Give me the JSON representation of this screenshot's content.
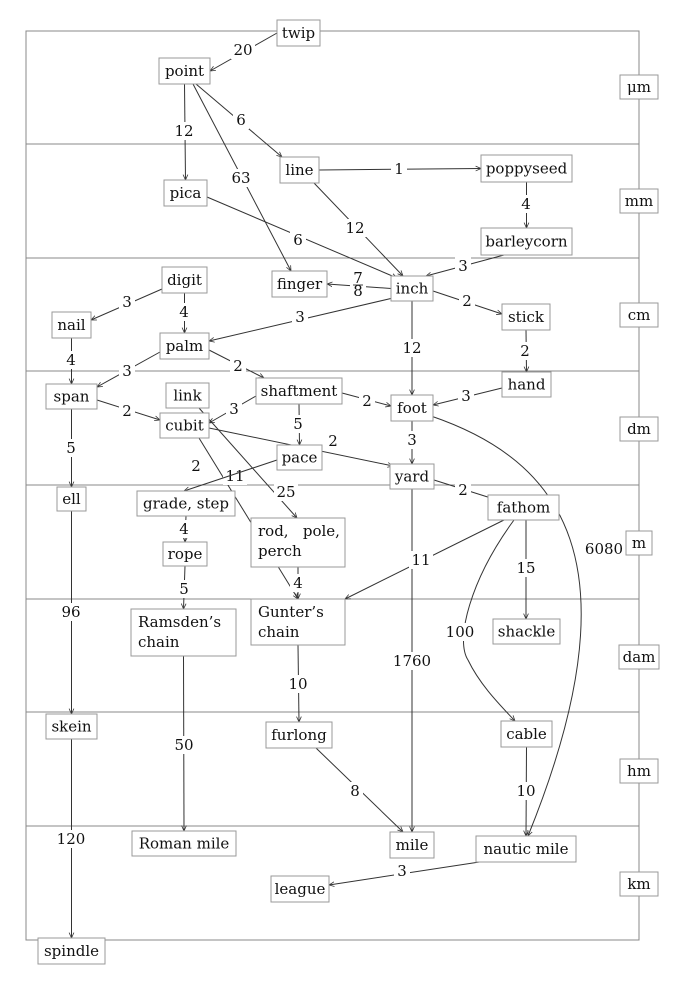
{
  "diagram": {
    "scale_labels": [
      "μm",
      "mm",
      "cm",
      "dm",
      "m",
      "dam",
      "hm",
      "km"
    ],
    "nodes": [
      {
        "id": "twip",
        "label": [
          "twip"
        ]
      },
      {
        "id": "point",
        "label": [
          "point"
        ]
      },
      {
        "id": "line",
        "label": [
          "line"
        ]
      },
      {
        "id": "poppyseed",
        "label": [
          "poppyseed"
        ]
      },
      {
        "id": "pica",
        "label": [
          "pica"
        ]
      },
      {
        "id": "barleycorn",
        "label": [
          "barleycorn"
        ]
      },
      {
        "id": "digit",
        "label": [
          "digit"
        ]
      },
      {
        "id": "finger",
        "label": [
          "finger"
        ]
      },
      {
        "id": "inch",
        "label": [
          "inch"
        ]
      },
      {
        "id": "nail",
        "label": [
          "nail"
        ]
      },
      {
        "id": "stick",
        "label": [
          "stick"
        ]
      },
      {
        "id": "palm",
        "label": [
          "palm"
        ]
      },
      {
        "id": "hand",
        "label": [
          "hand"
        ]
      },
      {
        "id": "span",
        "label": [
          "span"
        ]
      },
      {
        "id": "link",
        "label": [
          "link"
        ]
      },
      {
        "id": "shaftment",
        "label": [
          "shaftment"
        ]
      },
      {
        "id": "foot",
        "label": [
          "foot"
        ]
      },
      {
        "id": "cubit",
        "label": [
          "cubit"
        ]
      },
      {
        "id": "pace",
        "label": [
          "pace"
        ]
      },
      {
        "id": "yard",
        "label": [
          "yard"
        ]
      },
      {
        "id": "ell",
        "label": [
          "ell"
        ]
      },
      {
        "id": "grade",
        "label": [
          "grade, step"
        ]
      },
      {
        "id": "fathom",
        "label": [
          "fathom"
        ]
      },
      {
        "id": "rod",
        "label": [
          "rod,   pole,",
          "perch"
        ]
      },
      {
        "id": "rope",
        "label": [
          "rope"
        ]
      },
      {
        "id": "ramsden",
        "label": [
          "Ramsden’s",
          "chain"
        ]
      },
      {
        "id": "gunter",
        "label": [
          "Gunter’s",
          "chain"
        ]
      },
      {
        "id": "shackle",
        "label": [
          "shackle"
        ]
      },
      {
        "id": "skein",
        "label": [
          "skein"
        ]
      },
      {
        "id": "furlong",
        "label": [
          "furlong"
        ]
      },
      {
        "id": "cable",
        "label": [
          "cable"
        ]
      },
      {
        "id": "romanmile",
        "label": [
          "Roman mile"
        ]
      },
      {
        "id": "mile",
        "label": [
          "mile"
        ]
      },
      {
        "id": "nauticmile",
        "label": [
          "nautic mile"
        ]
      },
      {
        "id": "league",
        "label": [
          "league"
        ]
      },
      {
        "id": "spindle",
        "label": [
          "spindle"
        ]
      }
    ],
    "edges": [
      {
        "from": "twip",
        "to": "point",
        "label": "20"
      },
      {
        "from": "point",
        "to": "pica",
        "label": "12"
      },
      {
        "from": "point",
        "to": "line",
        "label": "6"
      },
      {
        "from": "point",
        "to": "finger",
        "label": "63"
      },
      {
        "from": "line",
        "to": "poppyseed",
        "label": "1"
      },
      {
        "from": "line",
        "to": "inch",
        "label": "12"
      },
      {
        "from": "poppyseed",
        "to": "barleycorn",
        "label": "4"
      },
      {
        "from": "pica",
        "to": "inch",
        "label": "6"
      },
      {
        "from": "barleycorn",
        "to": "inch",
        "label": "3"
      },
      {
        "from": "inch",
        "to": "finger",
        "label": "7/8"
      },
      {
        "from": "inch",
        "to": "stick",
        "label": "2"
      },
      {
        "from": "inch",
        "to": "palm",
        "label": "3"
      },
      {
        "from": "inch",
        "to": "foot",
        "label": "12"
      },
      {
        "from": "digit",
        "to": "nail",
        "label": "3"
      },
      {
        "from": "digit",
        "to": "palm",
        "label": "4"
      },
      {
        "from": "nail",
        "to": "span",
        "label": "4"
      },
      {
        "from": "stick",
        "to": "hand",
        "label": "2"
      },
      {
        "from": "palm",
        "to": "span",
        "label": "3"
      },
      {
        "from": "palm",
        "to": "shaftment",
        "label": "2"
      },
      {
        "from": "hand",
        "to": "foot",
        "label": "3"
      },
      {
        "from": "span",
        "to": "cubit",
        "label": "2"
      },
      {
        "from": "span",
        "to": "ell",
        "label": "5"
      },
      {
        "from": "shaftment",
        "to": "cubit",
        "label": "3"
      },
      {
        "from": "shaftment",
        "to": "foot",
        "label": "2"
      },
      {
        "from": "shaftment",
        "to": "pace",
        "label": "5"
      },
      {
        "from": "link",
        "to": "rod",
        "label": "25"
      },
      {
        "from": "cubit",
        "to": "yard",
        "label": "2"
      },
      {
        "from": "cubit",
        "to": "gunter",
        "label": "11"
      },
      {
        "from": "pace",
        "to": "grade",
        "label": "2"
      },
      {
        "from": "foot",
        "to": "yard",
        "label": "3"
      },
      {
        "from": "foot",
        "to": "nauticmile",
        "label": "6080"
      },
      {
        "from": "yard",
        "to": "fathom",
        "label": "2"
      },
      {
        "from": "yard",
        "to": "mile",
        "label": "1760"
      },
      {
        "from": "grade",
        "to": "rope",
        "label": "4"
      },
      {
        "from": "rope",
        "to": "ramsden",
        "label": "5"
      },
      {
        "from": "rod",
        "to": "gunter",
        "label": "4"
      },
      {
        "from": "fathom",
        "to": "gunter",
        "label": "11"
      },
      {
        "from": "fathom",
        "to": "shackle",
        "label": "15"
      },
      {
        "from": "fathom",
        "to": "cable",
        "label": "100"
      },
      {
        "from": "ell",
        "to": "skein",
        "label": "96"
      },
      {
        "from": "ramsden",
        "to": "romanmile",
        "label": "50"
      },
      {
        "from": "gunter",
        "to": "furlong",
        "label": "10"
      },
      {
        "from": "furlong",
        "to": "mile",
        "label": "8"
      },
      {
        "from": "cable",
        "to": "nauticmile",
        "label": "10"
      },
      {
        "from": "nauticmile",
        "to": "league",
        "label": "3"
      },
      {
        "from": "skein",
        "to": "spindle",
        "label": "120"
      }
    ]
  }
}
